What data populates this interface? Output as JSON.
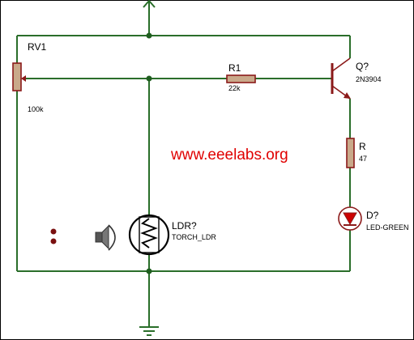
{
  "components": {
    "rv1": {
      "name": "RV1",
      "value": "100k"
    },
    "r1": {
      "name": "R1",
      "value": "22k"
    },
    "q": {
      "name": "Q?",
      "value": "2N3904"
    },
    "r": {
      "name": "R",
      "value": "47"
    },
    "d": {
      "name": "D?",
      "value": "LED-GREEN"
    },
    "ldr": {
      "name": "LDR?",
      "value": "TORCH_LDR"
    }
  },
  "watermark": "www.eeelabs.org",
  "colors": {
    "wire": "#2a6e2a",
    "component": "#8b1a1a",
    "resistor_fill": "#c9a98a",
    "junction": "#1f5e1f",
    "led_fill": "#cc0000",
    "watermark": "#e00000"
  },
  "icons": [
    "power-terminal-icon",
    "ground-icon",
    "speaker-icon",
    "ldr-icon",
    "led-icon",
    "transistor-icon"
  ]
}
